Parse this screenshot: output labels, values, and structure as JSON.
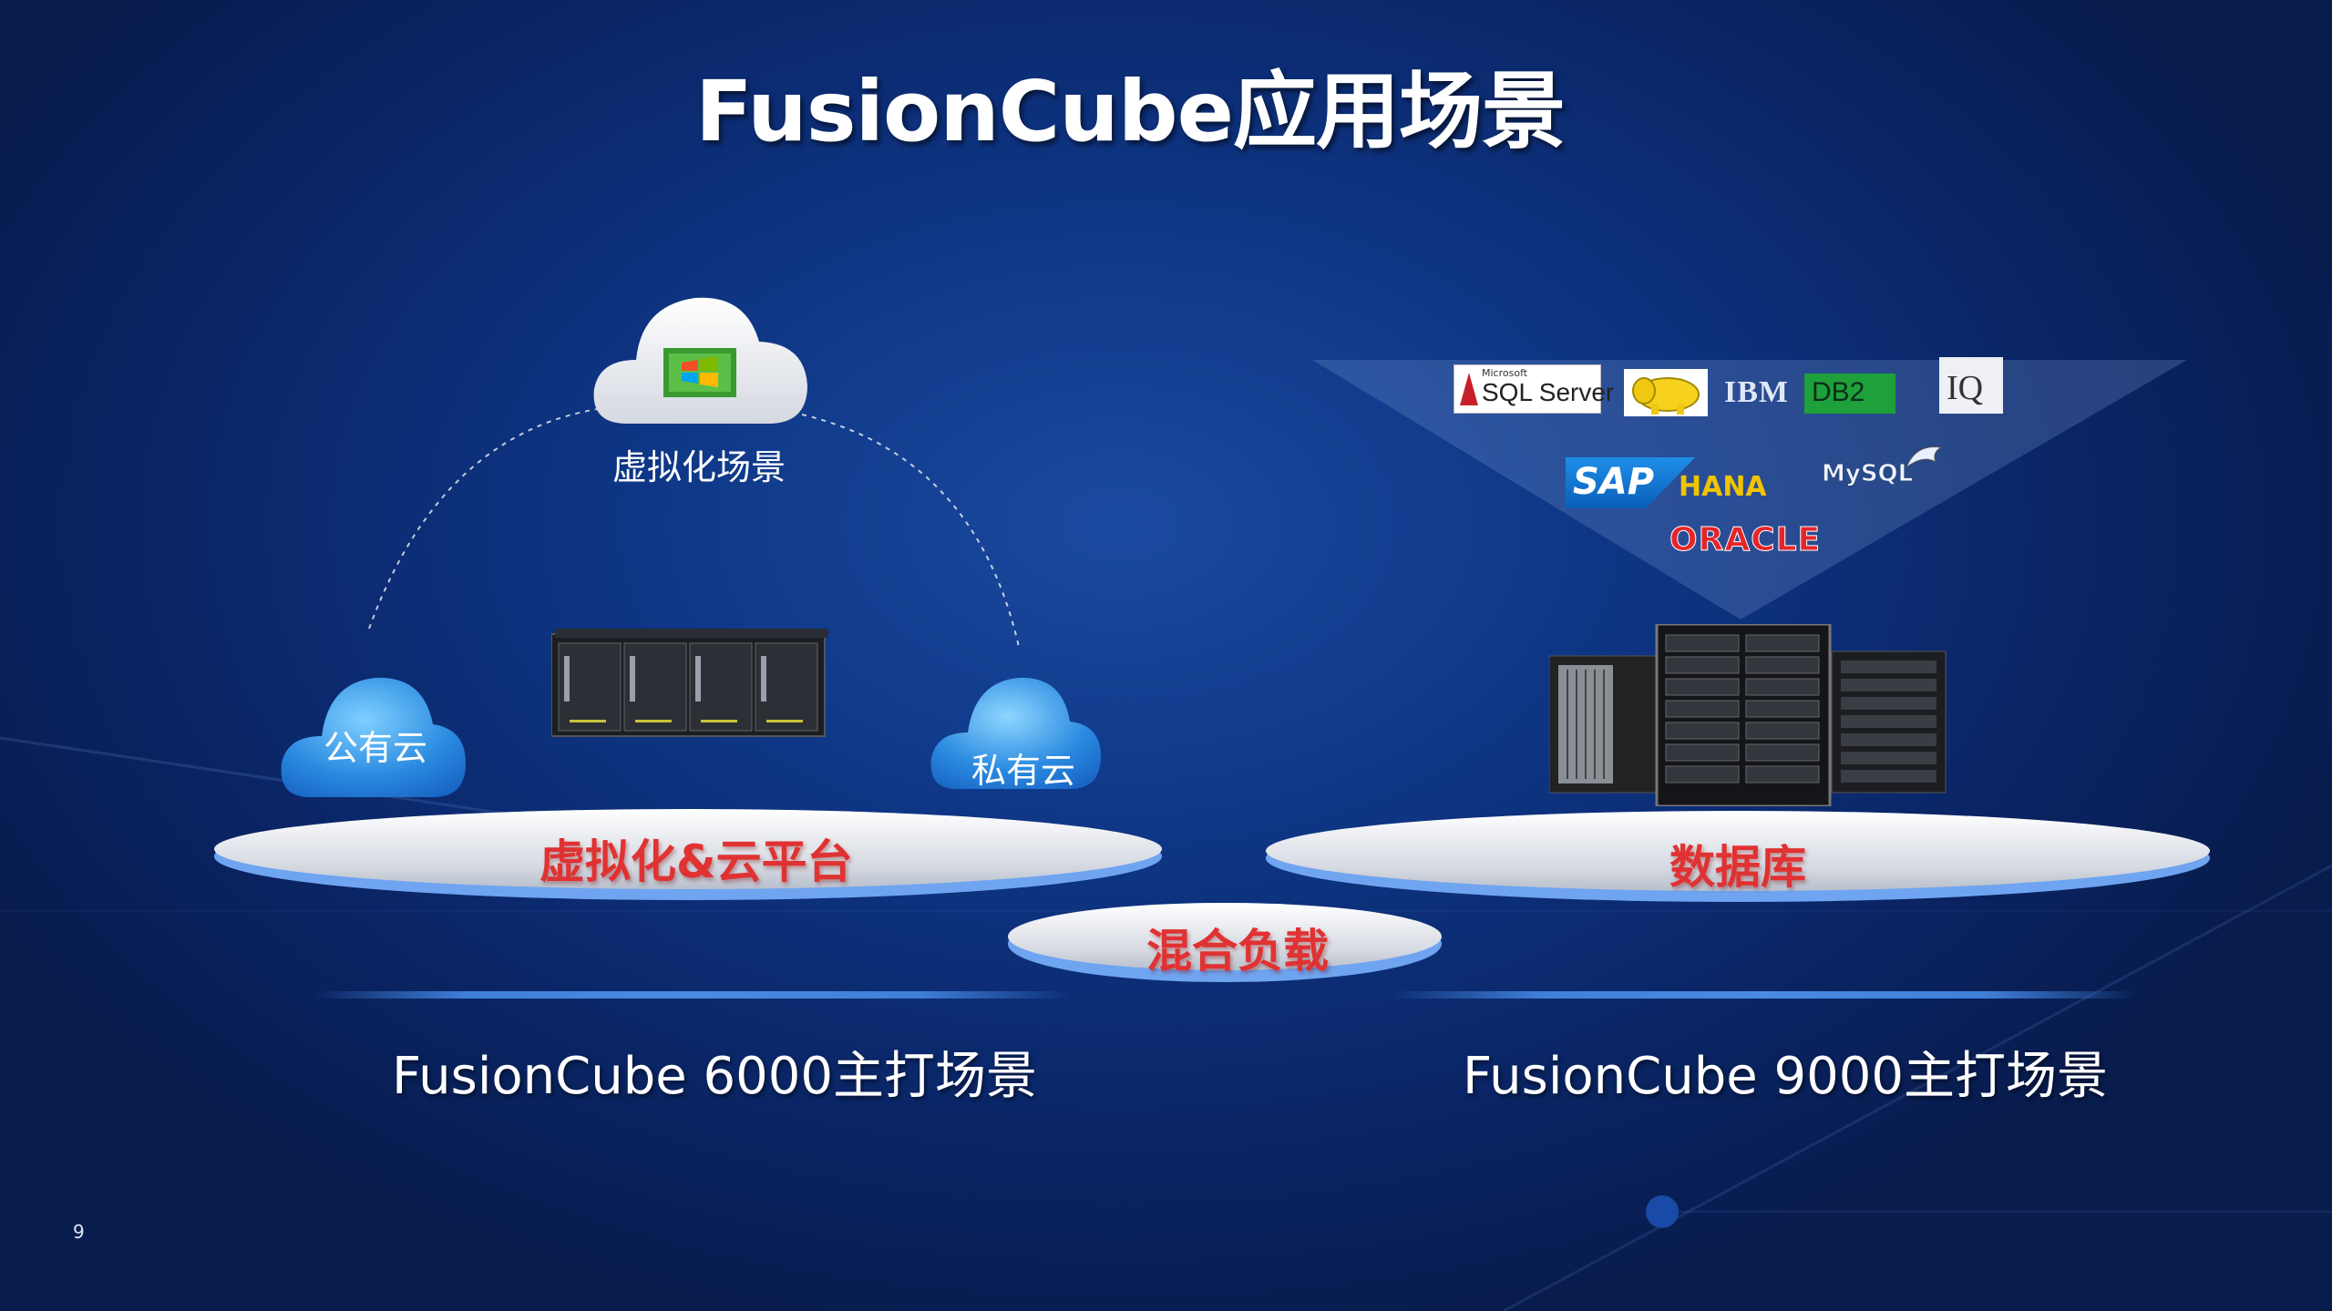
{
  "slide": {
    "title": "FusionCube应用场景",
    "page_number": "9"
  },
  "left_scene": {
    "virtualization_cloud_label": "虚拟化场景",
    "public_cloud_label": "公有云",
    "private_cloud_label": "私有云",
    "plate_label": "虚拟化&云平台",
    "caption": "FusionCube 6000主打场景"
  },
  "middle_scene": {
    "plate_label": "混合负载"
  },
  "right_scene": {
    "plate_label": "数据库",
    "caption": "FusionCube 9000主打场景",
    "logos": {
      "sqlserver_small": "Microsoft",
      "sqlserver": "SQL Server",
      "ibm": "IBM",
      "db2": "DB2",
      "iq": "IQ",
      "sap": "SAP",
      "hana": "HANA",
      "mysql": "MySQL",
      "oracle": "ORACLE"
    }
  },
  "colors": {
    "plate_text": "#e03232",
    "background": "#0e3584",
    "accent_line": "#4a8be2"
  }
}
